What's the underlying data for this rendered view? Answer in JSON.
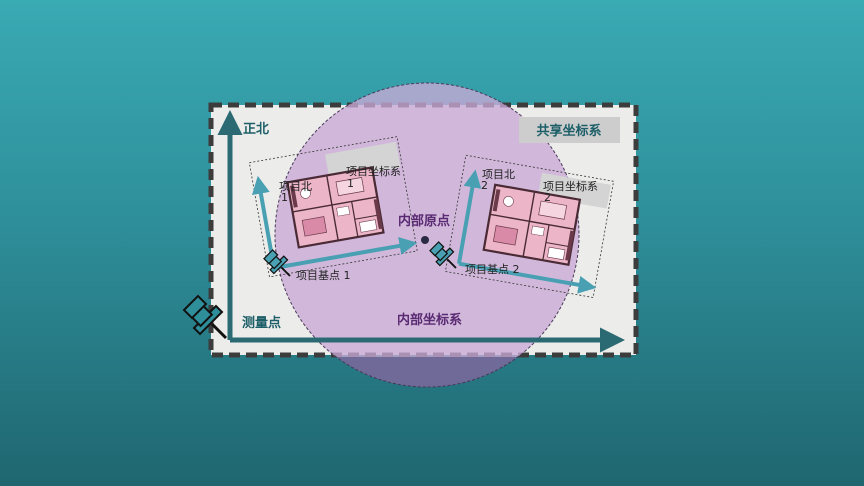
{
  "labels": {
    "true_north": "正北",
    "survey_point": "测量点",
    "shared_coords": "共享坐标系",
    "internal_origin": "内部原点",
    "internal_coords": "内部坐标系",
    "project_north_1": "项目北",
    "project_north_1_num": "1",
    "project_coords_1": "项目坐标系",
    "project_coords_1_num": "1",
    "project_base_1": "项目基点 1",
    "project_north_2": "项目北",
    "project_north_2_num": "2",
    "project_coords_2": "项目坐标系",
    "project_coords_2_num": "2",
    "project_base_2": "项目基点 2"
  },
  "colors": {
    "background_top": "#3aaab3",
    "background_bottom": "#1f6670",
    "shared_box_fill": "#ececea",
    "shared_box_border": "#3c3c3c",
    "internal_circle": "#c9a9d6",
    "main_axis": "#2b6a73",
    "project_axis": "#4aa0b3",
    "floorplan_fill": "#e7a9bf",
    "text_teal": "#1d5f68",
    "text_purple": "#5a2a72",
    "pin": "#3e8f98"
  }
}
